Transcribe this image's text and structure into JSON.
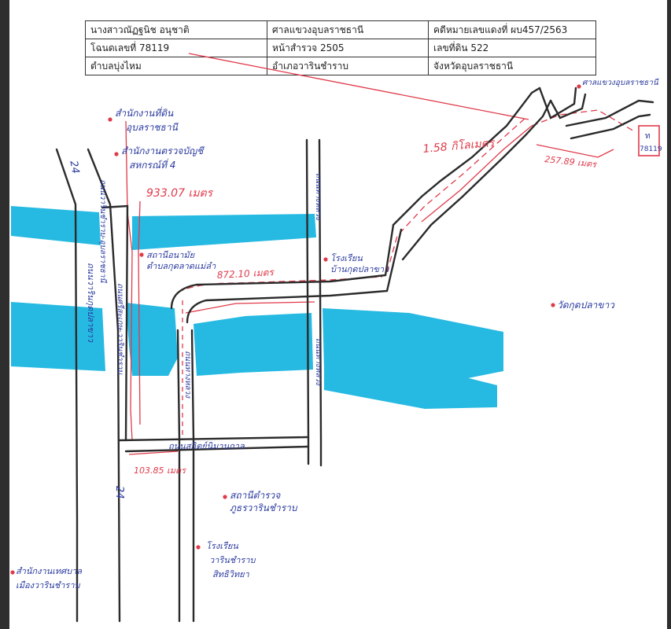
{
  "info_table": {
    "rows": [
      [
        "นางสาวณัฏฐนิช อนุชาติ",
        "ศาลแขวงอุบลราชธานี",
        "คดีหมายเลขแดงที่ ผบ457/2563"
      ],
      [
        "โฉนดเลขที่   78119",
        "หน้าสำรวจ   2505",
        "เลขที่ดิน 522"
      ],
      [
        "ตำบลบุ่งไหม",
        "อำเภอวารินชำราบ",
        "จังหวัดอุบลราชธานี"
      ]
    ]
  },
  "map": {
    "landmarks": {
      "court": "ศาลแขวงอุบลราชธานี",
      "land_office": [
        "สำนักงานที่ดิน",
        "อุบลราชธานี"
      ],
      "audit_office": [
        "สำนักงานตรวจบัญชี",
        "สหกรณ์ที่ 4"
      ],
      "school_right": [
        "โรงเรียน",
        "บ้านกุดปลาขาว"
      ],
      "health_center": [
        "สถานีอนามัย",
        "ตำบลกุดลาดแม่ลำ"
      ],
      "temple": "วัดกุดปลาขาว",
      "police": [
        "สถานีตำรวจ",
        "ภูธรวารินชำราบ"
      ],
      "school_bottom": [
        "โรงเรียน",
        "วารินชำราบ",
        "สิทธิวิทยา"
      ],
      "municipality": [
        "สำนักงานเทศบาล",
        "เมืองวารินชำราบ"
      ]
    },
    "roads": {
      "road_24_top": "24",
      "road_24_bottom": "24",
      "left_vertical": "ถนนวารินกุดปลาขาว",
      "left_inner_upper": "ถนนวารินชำราบ-อุบลราชธานี",
      "left_inner_lower": "ถนนศรีสะเกษ-วารินชำราบ",
      "middle_vertical": "ถนนทางหลวง",
      "right_vertical_upper": "ถนนทางหลวง",
      "right_vertical_lower": "ถนนทางหลวง",
      "horizontal_bottom": "ถนนสถิตย์นิมานกาล"
    },
    "plot": {
      "label_top": "ท",
      "label_bottom": "78119"
    },
    "distances": {
      "d1": "933.07 เมตร",
      "d2": "872.10 เมตร",
      "d3": "1.58 กิโลเมตร",
      "d4": "257.89 เมตร",
      "d5": "103.85 เมตร"
    },
    "colors": {
      "water": "#14b4e0",
      "road_line": "#2b2b2b",
      "route": "#e03a4a",
      "ink": "#2a3a9e"
    }
  }
}
